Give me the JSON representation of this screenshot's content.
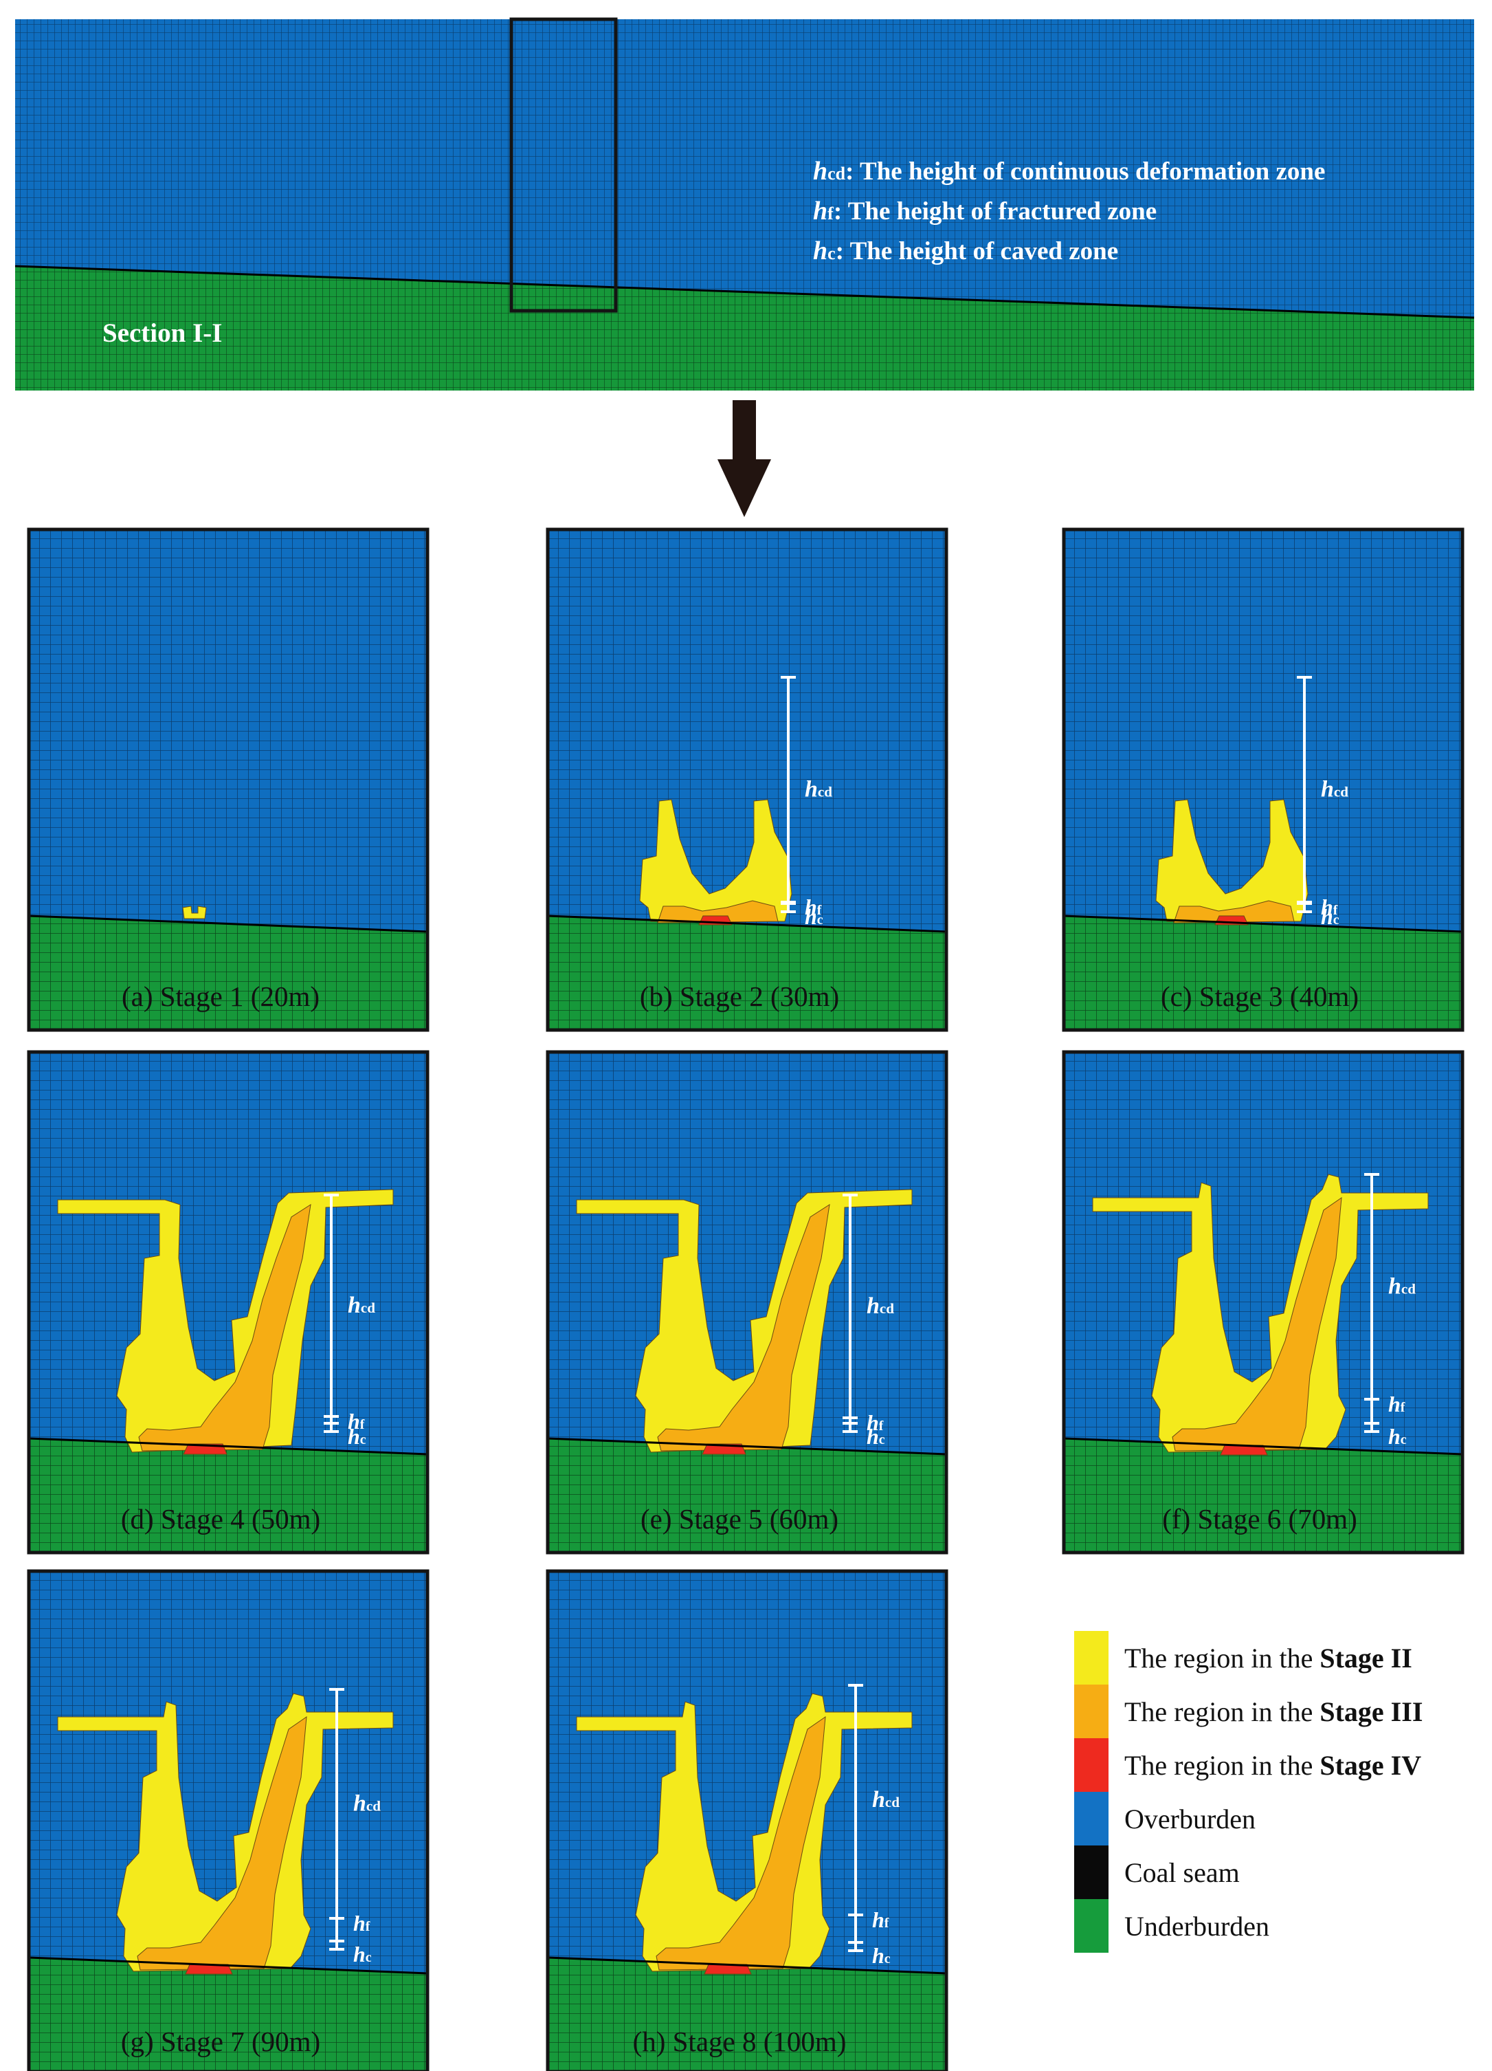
{
  "overview": {
    "section_label": "Section I-I",
    "definitions": [
      {
        "symbol": "h",
        "sub": "cd",
        "text": ": The height of continuous deformation zone"
      },
      {
        "symbol": "h",
        "sub": "f",
        "text": ": The height of fractured zone"
      },
      {
        "symbol": "h",
        "sub": "c",
        "text": ": The height of caved zone"
      }
    ]
  },
  "height_labels": {
    "cd": "cd",
    "f": "f",
    "c": "c",
    "h": "h"
  },
  "panels": [
    {
      "caption": "(a) Stage 1 (20m)"
    },
    {
      "caption": "(b) Stage 2 (30m)"
    },
    {
      "caption": "(c) Stage 3 (40m)"
    },
    {
      "caption": "(d) Stage 4 (50m)"
    },
    {
      "caption": "(e) Stage 5 (60m)"
    },
    {
      "caption": "(f) Stage 6 (70m)"
    },
    {
      "caption": "(g) Stage 7 (90m)"
    },
    {
      "caption": "(h) Stage 8 (100m)"
    }
  ],
  "legend": [
    {
      "prefix": "The region in the ",
      "bold": "Stage II",
      "color": "#f4ea1c"
    },
    {
      "prefix": "The region in the ",
      "bold": "Stage III",
      "color": "#f6ad14"
    },
    {
      "prefix": "The region in the ",
      "bold": "Stage IV",
      "color": "#ee2a1f"
    },
    {
      "prefix": "Overburden",
      "bold": "",
      "color": "#1372c4"
    },
    {
      "prefix": "Coal seam",
      "bold": "",
      "color": "#0a0a0a"
    },
    {
      "prefix": "Underburden",
      "bold": "",
      "color": "#169c3c"
    }
  ],
  "colors": {
    "overburden": "#0f6ec0",
    "underburden": "#16983a",
    "coal": "#000000",
    "stage2": "#f4ea1c",
    "stage3": "#f6ad14",
    "stage4": "#ee2a1f",
    "mesh": "#0b3d6e",
    "arrow": "#221410"
  }
}
